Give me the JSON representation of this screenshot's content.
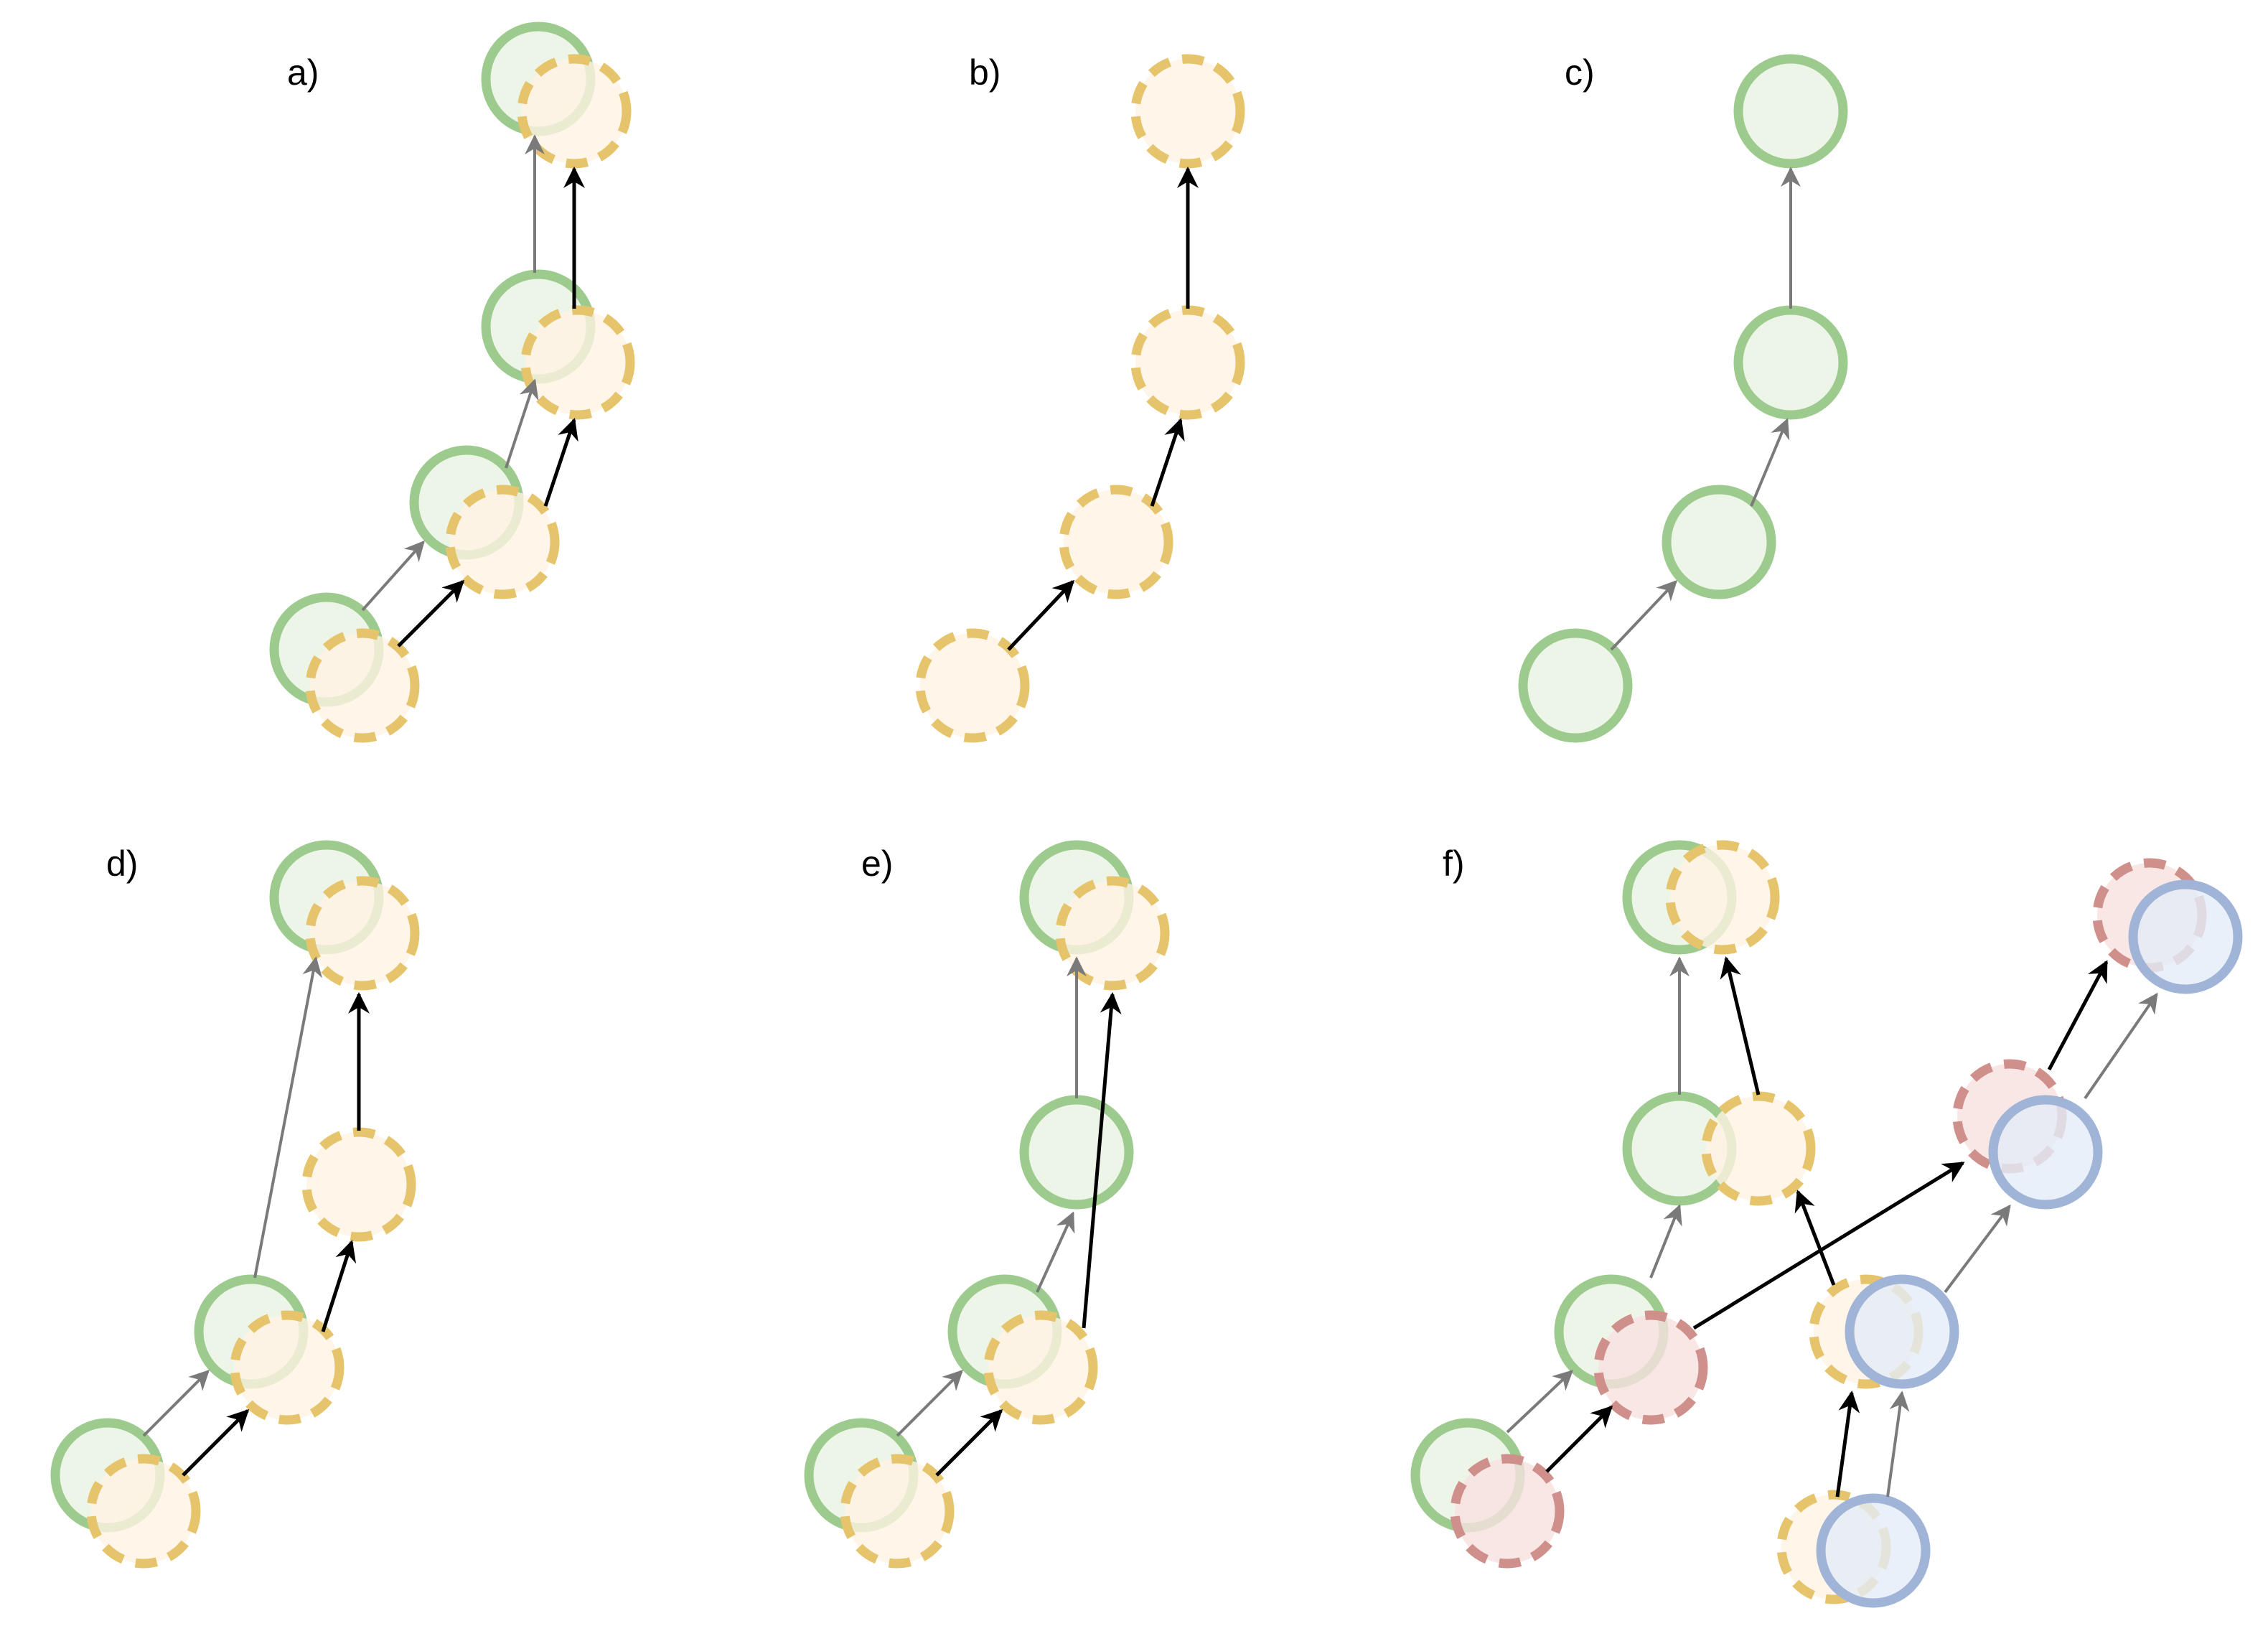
{
  "colors": {
    "green_fill": "#e8f3e4",
    "green_stroke": "#9dcb8e",
    "orange_fill": "#fff3e3",
    "orange_stroke": "#e6c46b",
    "red_fill": "#f8e1e0",
    "red_stroke": "#cf8f8b",
    "blue_fill": "#e4ecf8",
    "blue_stroke": "#9fb4d6",
    "black_arrow": "#000000",
    "gray_arrow": "#7a7a7a"
  },
  "panels": [
    {
      "label": "a)"
    },
    {
      "label": "b)"
    },
    {
      "label": "c)"
    },
    {
      "label": "d)"
    },
    {
      "label": "e)"
    },
    {
      "label": "f)"
    }
  ]
}
